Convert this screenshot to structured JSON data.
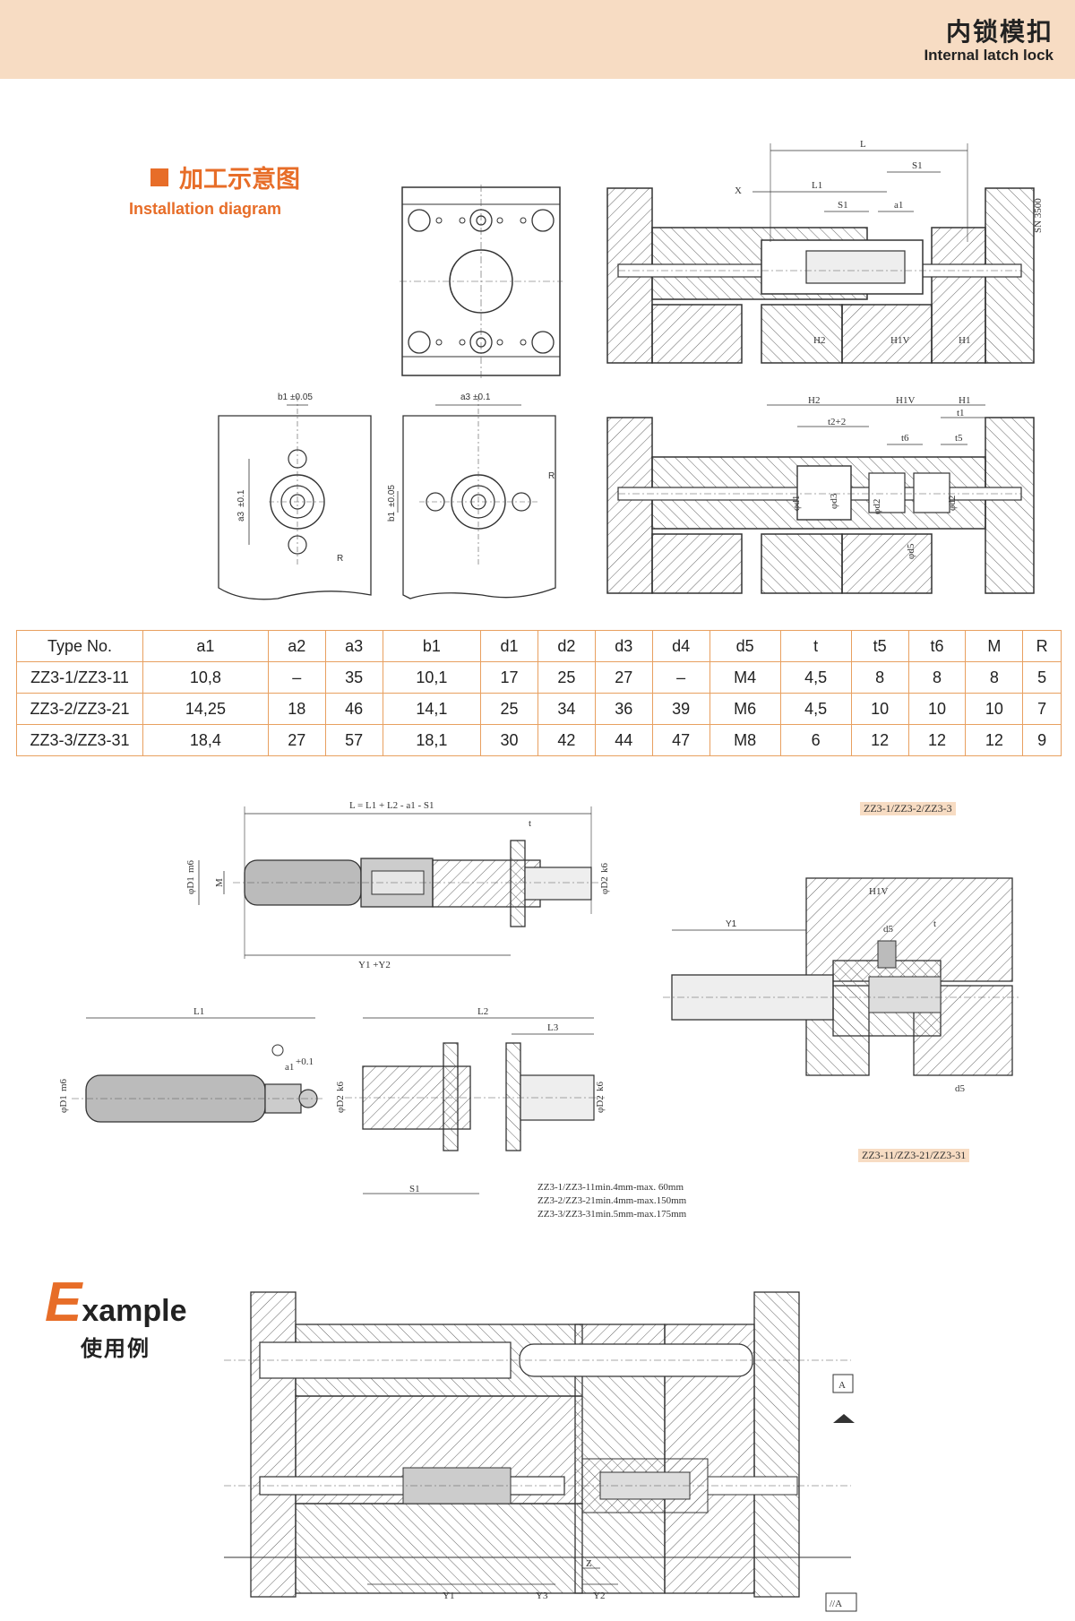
{
  "header": {
    "title_cn": "内锁模扣",
    "title_en": "Internal latch lock"
  },
  "installation": {
    "title_cn": "加工示意图",
    "title_en": "Installation diagram"
  },
  "labels": {
    "L": "L",
    "L1": "L1",
    "S1": "S1",
    "X": "X",
    "a1": "a1",
    "SN": "SN 3500",
    "H2": "H2",
    "H1V": "H1V",
    "H1": "H1",
    "b1": "b1",
    "b1_tol": "±0.05",
    "a3": "a3",
    "a3_tol": "±0.1",
    "R": "R",
    "t2": "t2+2",
    "t6": "t6",
    "t1": "t1",
    "t5": "t5",
    "d1": "φd1",
    "d1_tol": "H7",
    "d3": "φd3",
    "d2a": "φd2",
    "d2a_tol": "+0.2",
    "d2b": "φd2",
    "d2b_tol": "H7",
    "d5": "φd5",
    "len_formula": "L = L1 + L2 - a1 - S1",
    "t": "t",
    "D1": "φD1",
    "D1_tol": "m6",
    "M": "M",
    "D2": "φD2",
    "D2_tol": "k6",
    "Y1Y2": "Y1 +Y2",
    "Y1": "Y1",
    "L2": "L2",
    "L3": "L3",
    "a1_tol": "+0.1",
    "d5s": "d5",
    "H1Vs": "H1V"
  },
  "tags": {
    "top": "ZZ3-1/ZZ3-2/ZZ3-3",
    "bottom": "ZZ3-11/ZZ3-21/ZZ3-31"
  },
  "range_notes": [
    "ZZ3-1/ZZ3-11min.4mm-max. 60mm",
    "ZZ3-2/ZZ3-21min.4mm-max.150mm",
    "ZZ3-3/ZZ3-31min.5mm-max.175mm"
  ],
  "table": {
    "headers": [
      "Type No.",
      "a1",
      "a2",
      "a3",
      "b1",
      "d1",
      "d2",
      "d3",
      "d4",
      "d5",
      "t",
      "t5",
      "t6",
      "M",
      "R"
    ],
    "rows": [
      [
        "ZZ3-1/ZZ3-11",
        "10,8",
        "–",
        "35",
        "10,1",
        "17",
        "25",
        "27",
        "–",
        "M4",
        "4,5",
        "8",
        "8",
        "8",
        "5"
      ],
      [
        "ZZ3-2/ZZ3-21",
        "14,25",
        "18",
        "46",
        "14,1",
        "25",
        "34",
        "36",
        "39",
        "M6",
        "4,5",
        "10",
        "10",
        "10",
        "7"
      ],
      [
        "ZZ3-3/ZZ3-31",
        "18,4",
        "27",
        "57",
        "18,1",
        "30",
        "42",
        "44",
        "47",
        "M8",
        "6",
        "12",
        "12",
        "12",
        "9"
      ]
    ]
  },
  "example": {
    "big_letter": "E",
    "rest": "xample",
    "title_cn": "使用例",
    "labels": {
      "A": "A",
      "parA": "//A",
      "Y1": "Y1",
      "Y3": "Y3",
      "Z": "Z",
      "Y2": "Y2"
    }
  },
  "colors": {
    "header_bg": "#f7dcc3",
    "accent": "#e76d28",
    "table_border": "#e8a060",
    "line": "#333333"
  }
}
